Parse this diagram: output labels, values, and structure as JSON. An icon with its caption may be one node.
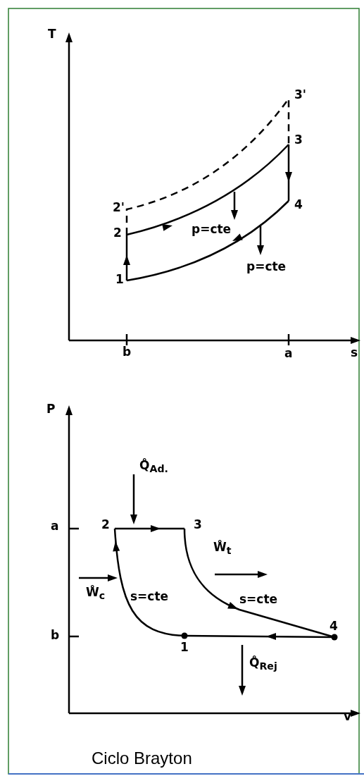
{
  "diagram": {
    "caption": "Ciclo Brayton",
    "labels": [
      "T",
      "3'",
      "3",
      "2'",
      "4",
      "2",
      "p=cte",
      "p=cte",
      "1",
      "b",
      "a",
      "s",
      "P",
      "Q̊$_{Ad.}$",
      "a",
      "2",
      "3",
      "W̊$_{t}$",
      "W̊$_{c}$",
      "s=cte",
      "s=cte",
      "4",
      "b",
      "1",
      "Q̊$_{Rej}$",
      "v"
    ]
  }
}
